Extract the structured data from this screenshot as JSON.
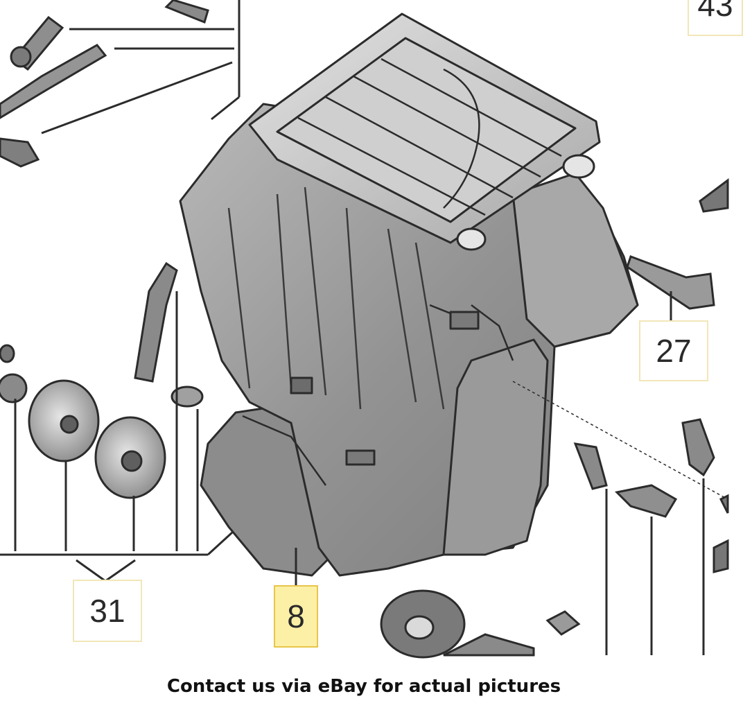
{
  "diagram": {
    "callouts": [
      {
        "id": "c31",
        "label": "31",
        "highlight": false
      },
      {
        "id": "c8",
        "label": "8",
        "highlight": true
      },
      {
        "id": "c27",
        "label": "27",
        "highlight": false
      },
      {
        "id": "c43",
        "label": "43",
        "highlight": false
      }
    ],
    "colors": {
      "housing": "#8f8f8f",
      "housing_light": "#c4c4c4",
      "housing_dark": "#6a6a6a",
      "outline": "#2b2b2b",
      "highlight_fill": "#fbf0a6",
      "highlight_border": "#e9c54a"
    }
  },
  "caption": {
    "text": "Contact us via eBay for actual pictures"
  }
}
